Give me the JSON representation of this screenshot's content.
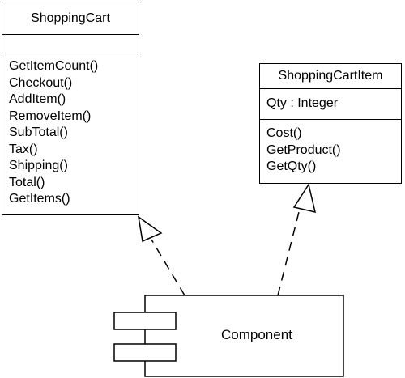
{
  "classes": {
    "shopping_cart": {
      "name": "ShoppingCart",
      "attributes": [],
      "operations": [
        "GetItemCount()",
        "Checkout()",
        "AddItem()",
        "RemoveItem()",
        "SubTotal()",
        "Tax()",
        "Shipping()",
        "Total()",
        "GetItems()"
      ]
    },
    "shopping_cart_item": {
      "name": "ShoppingCartItem",
      "attributes": [
        "Qty : Integer"
      ],
      "operations": [
        "Cost()",
        "GetProduct()",
        "GetQty()"
      ]
    }
  },
  "component": {
    "name": "Component"
  },
  "relationships": [
    {
      "type": "realization",
      "from": "Component",
      "to": "ShoppingCart",
      "line_style": "dashed",
      "arrowhead": "hollow-triangle"
    },
    {
      "type": "realization",
      "from": "Component",
      "to": "ShoppingCartItem",
      "line_style": "dashed",
      "arrowhead": "hollow-triangle"
    }
  ]
}
